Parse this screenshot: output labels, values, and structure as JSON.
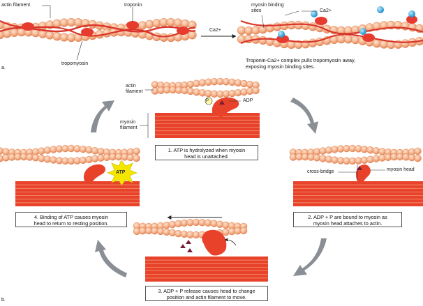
{
  "panel_a": {
    "tag": "a.",
    "labels": {
      "actin_filament": "actin filament",
      "troponin": "troponin",
      "tropomyosin": "tropomyosin",
      "myosin_binding_sites": "myosin binding\nsites",
      "calcium_arrow": "Ca2+",
      "calcium_ion": "Ca2+"
    },
    "caption": "Troponin-Ca2+ complex pulls tropomyosin away,\nexposing myosin binding sites."
  },
  "panel_b": {
    "tag": "b.",
    "labels": {
      "actin_filament": "actin\nfilament",
      "myosin_filament": "myosin\nfilament",
      "adp": "ADP",
      "p_circle": "P",
      "atp": "ATP",
      "cross_bridge": "cross-bridge",
      "myosin_head": "myosin head"
    },
    "steps": [
      {
        "text": "1. ATP is hydrolyzed when myosin\nhead is unattached."
      },
      {
        "text": "2. ADP + P are bound to myosin as\nmyosin head attaches to actin."
      },
      {
        "text": "3. ADP + P release causes head to change\nposition and actin filament to move."
      },
      {
        "text": "4. Binding of ATP causes myosin\nhead to return to resting position."
      }
    ]
  },
  "colors": {
    "actin": "#f4b089",
    "actin_edge": "#d9743f",
    "tropomyosin": "#d8352a",
    "troponin": "#e63b2e",
    "myosin": "#e8432a",
    "calcium": "#1aa3e0",
    "arrow_gray": "#8a8f95",
    "atp_burst": "#f5e600"
  }
}
